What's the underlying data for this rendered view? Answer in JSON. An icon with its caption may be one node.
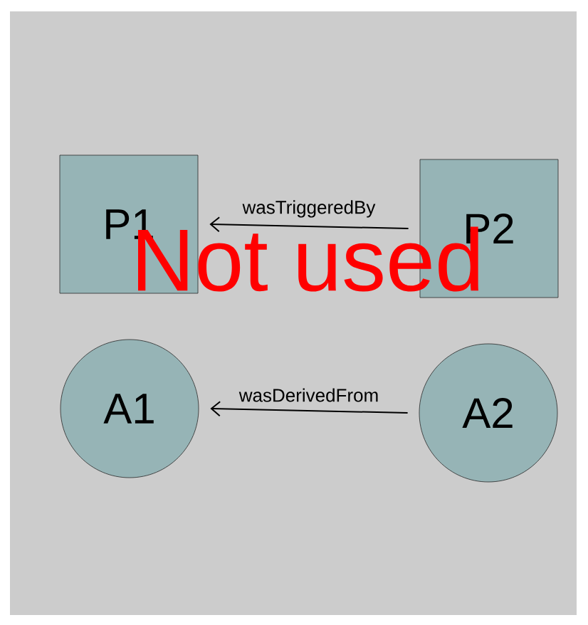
{
  "diagram": {
    "nodes": [
      {
        "text": [
          "P1"
        ]
      },
      {
        "text": [
          "P2"
        ]
      },
      {
        "text": [
          "A1"
        ]
      },
      {
        "text": [
          "A2"
        ]
      }
    ],
    "edges": [
      {
        "from": 1,
        "to": 0,
        "arrow": "to",
        "label": "wasTriggeredBy"
      },
      {
        "from": 3,
        "to": 2,
        "arrow": "to",
        "label": "wasDerivedFrom"
      }
    ],
    "labels": [
      "Not used"
    ]
  }
}
